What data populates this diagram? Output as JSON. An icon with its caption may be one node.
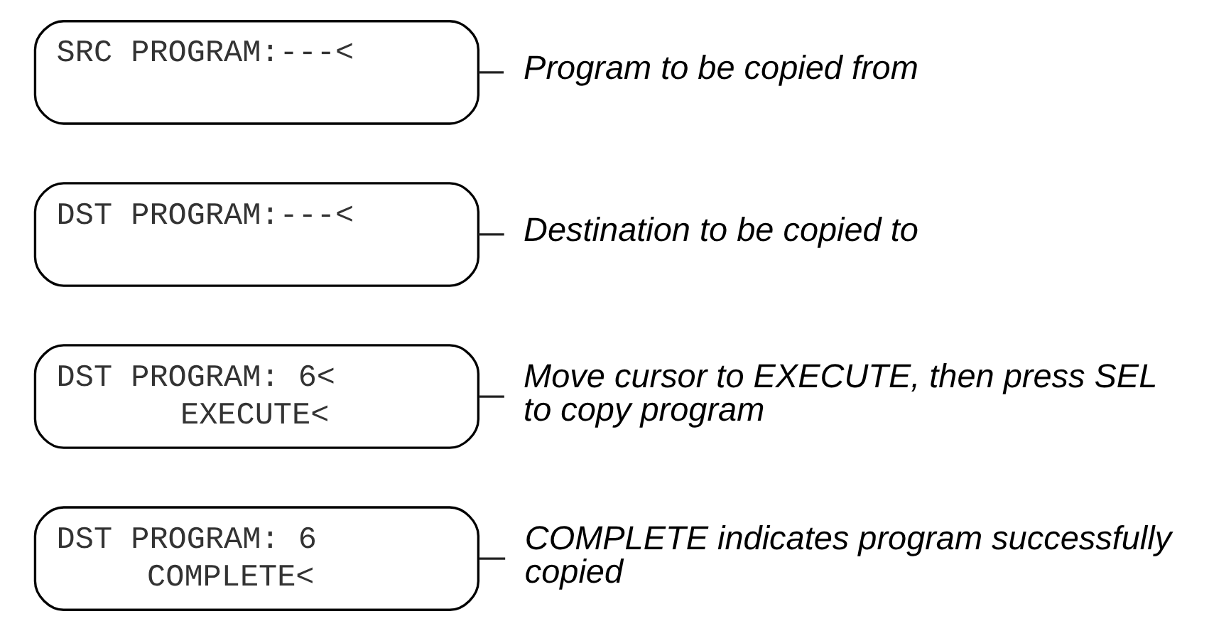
{
  "diagram": {
    "nodes": [
      {
        "text": [
          "SRC PROGRAM:---<"
        ]
      },
      {
        "text": [
          "Program to be copied from"
        ]
      },
      {
        "text": [
          "DST PROGRAM:---<"
        ]
      },
      {
        "text": [
          "Destination to be copied to"
        ]
      },
      {
        "text": [
          "DST PROGRAM: 6<",
          "EXECUTE<"
        ]
      },
      {
        "text": [
          "Move cursor to EXECUTE, then press SEL to copy program"
        ]
      },
      {
        "text": [
          "DST PROGRAM: 6",
          "COMPLETE<"
        ]
      },
      {
        "text": [
          "COMPLETE indicates program successfully copied"
        ]
      }
    ],
    "edges": [
      {
        "from": 0,
        "to": 1,
        "arrow": "none"
      },
      {
        "from": 2,
        "to": 3,
        "arrow": "none"
      },
      {
        "from": 4,
        "to": 5,
        "arrow": "none"
      },
      {
        "from": 6,
        "to": 7,
        "arrow": "none"
      }
    ]
  }
}
